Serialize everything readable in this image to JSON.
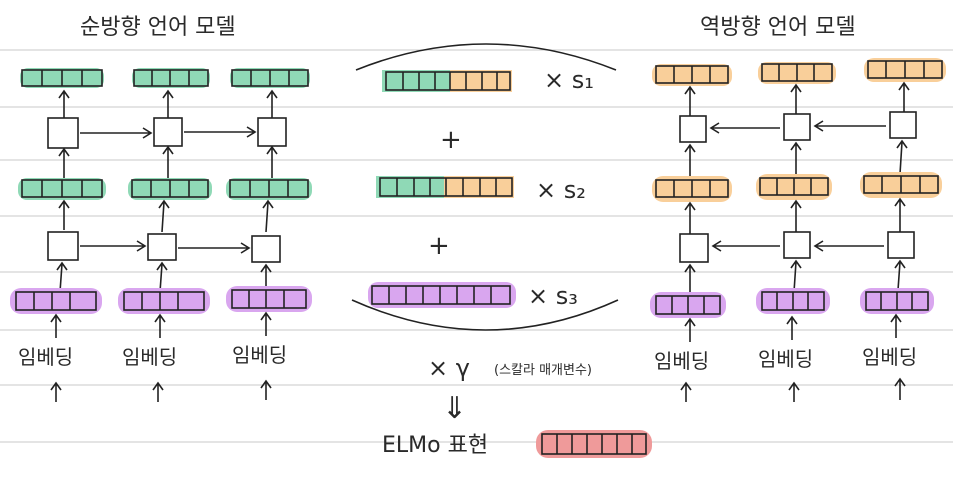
{
  "titles": {
    "forward": "순방향 언어 모델",
    "backward": "역방향 언어 모델"
  },
  "embedding_label": "임베딩",
  "scalars": {
    "s1": "× s₁",
    "s2": "× s₂",
    "s3": "× s₃"
  },
  "plus": "+",
  "gamma": "× γ",
  "gamma_note": "(스칼라 매개변수)",
  "arrow_down": "⇓",
  "elmo_label": "ELMo 표현",
  "colors": {
    "green": "#8fd9b6",
    "orange": "#f9cf9a",
    "purple": "#d9a6ef",
    "pink": "#ef9a9a",
    "stroke": "#222222",
    "rule": "#c8c8c8"
  }
}
